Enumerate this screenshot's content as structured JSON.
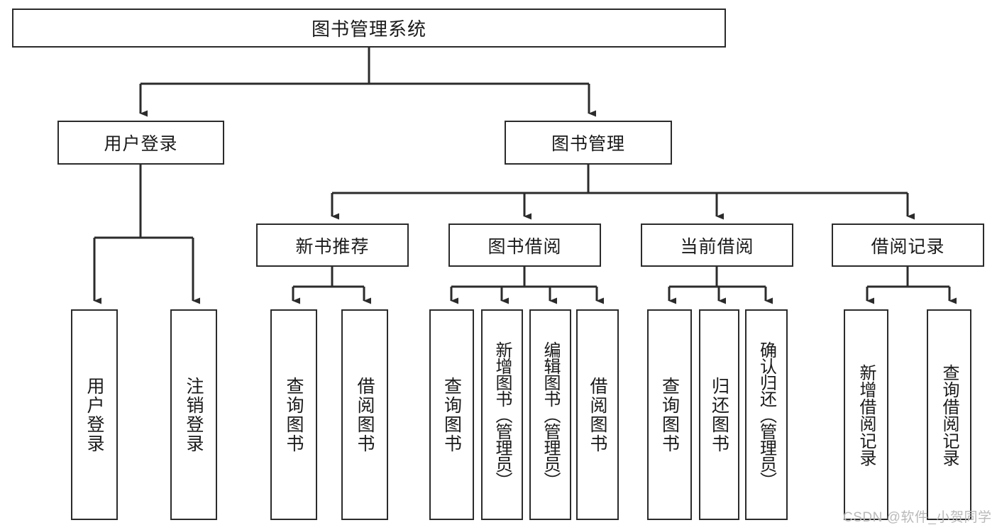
{
  "diagram": {
    "type": "tree",
    "title": "图书管理系统",
    "orientation": "top-down",
    "stroke_color": "#2b2b2b",
    "background_color": "#ffffff",
    "text_color": "#1a1a1a"
  },
  "nodes": {
    "root": {
      "label": "图书管理系统",
      "level": 1
    },
    "user_login": {
      "label": "用户登录",
      "level": 2
    },
    "book_mgmt": {
      "label": "图书管理",
      "level": 2
    },
    "new_book_rec": {
      "label": "新书推荐",
      "level": 3
    },
    "book_borrow": {
      "label": "图书借阅",
      "level": 3
    },
    "current_borrow": {
      "label": "当前借阅",
      "level": 3
    },
    "borrow_record": {
      "label": "借阅记录",
      "level": 3
    }
  },
  "leaves": [
    {
      "id": "leaf-user-login",
      "label": "用户登录",
      "parent": "用户登录"
    },
    {
      "id": "leaf-logout-login",
      "label": "注销登录",
      "parent": "用户登录"
    },
    {
      "id": "leaf-query-book-rec",
      "label": "查询图书",
      "parent": "新书推荐"
    },
    {
      "id": "leaf-borrow-book-rec",
      "label": "借阅图书",
      "parent": "新书推荐"
    },
    {
      "id": "leaf-query-book-borrow",
      "label": "查询图书",
      "parent": "图书借阅"
    },
    {
      "id": "leaf-add-book",
      "label": "新增图书（管理员）",
      "parent": "图书借阅"
    },
    {
      "id": "leaf-edit-book",
      "label": "编辑图书（管理员）",
      "parent": "图书借阅"
    },
    {
      "id": "leaf-borrow-book",
      "label": "借阅图书",
      "parent": "图书借阅"
    },
    {
      "id": "leaf-query-book-current",
      "label": "查询图书",
      "parent": "当前借阅"
    },
    {
      "id": "leaf-return-book",
      "label": "归还图书",
      "parent": "当前借阅"
    },
    {
      "id": "leaf-confirm-return",
      "label": "确认归还（管理员）",
      "parent": "当前借阅"
    },
    {
      "id": "leaf-add-record",
      "label": "新增借阅记录",
      "parent": "借阅记录"
    },
    {
      "id": "leaf-query-record",
      "label": "查询借阅记录",
      "parent": "借阅记录"
    }
  ],
  "watermark": {
    "text": "CSDN @软件_小贺同学"
  }
}
